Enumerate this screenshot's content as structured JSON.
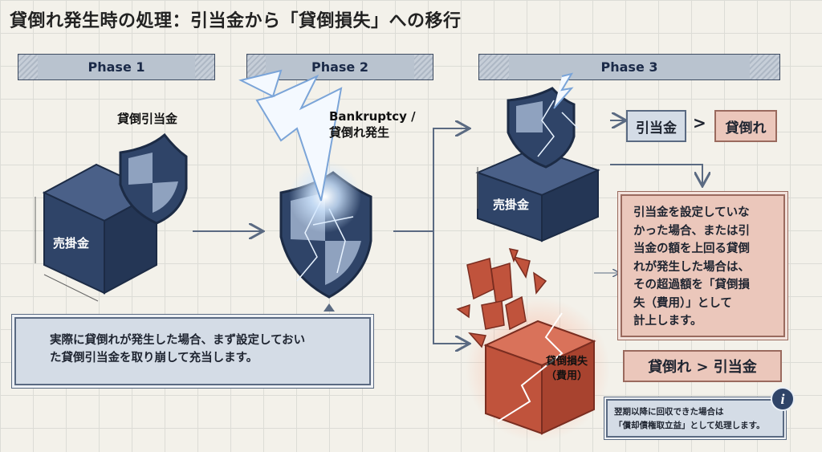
{
  "title": "貸倒れ発生時の処理：引当金から「貸倒損失」への移行",
  "phases": [
    "Phase 1",
    "Phase 2",
    "Phase 3"
  ],
  "phase1": {
    "shield_label": "貸倒引当金",
    "cube_label": "売掛金"
  },
  "phase2": {
    "event_label_line1": "Bankruptcy /",
    "event_label_line2": "貸倒れ発生"
  },
  "caption": {
    "line1": "実際に貸倒れが発生した場合、まず設定しておい",
    "line2": "た貸倒引当金を取り崩して充当します。"
  },
  "phase3": {
    "cube_label": "売掛金",
    "case1": {
      "left": "引当金",
      "op": ">",
      "right": "貸倒れ"
    },
    "explanation": [
      "引当金を設定していな",
      "かった場合、または引",
      "当金の額を上回る貸倒",
      "れが発生した場合は、",
      "その超過額を「貸倒損",
      "失（費用）」として",
      "計上します。"
    ],
    "loss_label_line1": "貸倒損失",
    "loss_label_line2": "（費用）",
    "case2": "貸倒れ > 引当金",
    "note": {
      "line1": "翌期以降に回収できた場合は",
      "line2": "「償却債権取立益」として処理します。",
      "icon": "info-icon"
    }
  },
  "colors": {
    "navy": "#2f4468",
    "red": "#c0533c",
    "pink": "#ebc7bb",
    "blue_box": "#d4dce6"
  }
}
